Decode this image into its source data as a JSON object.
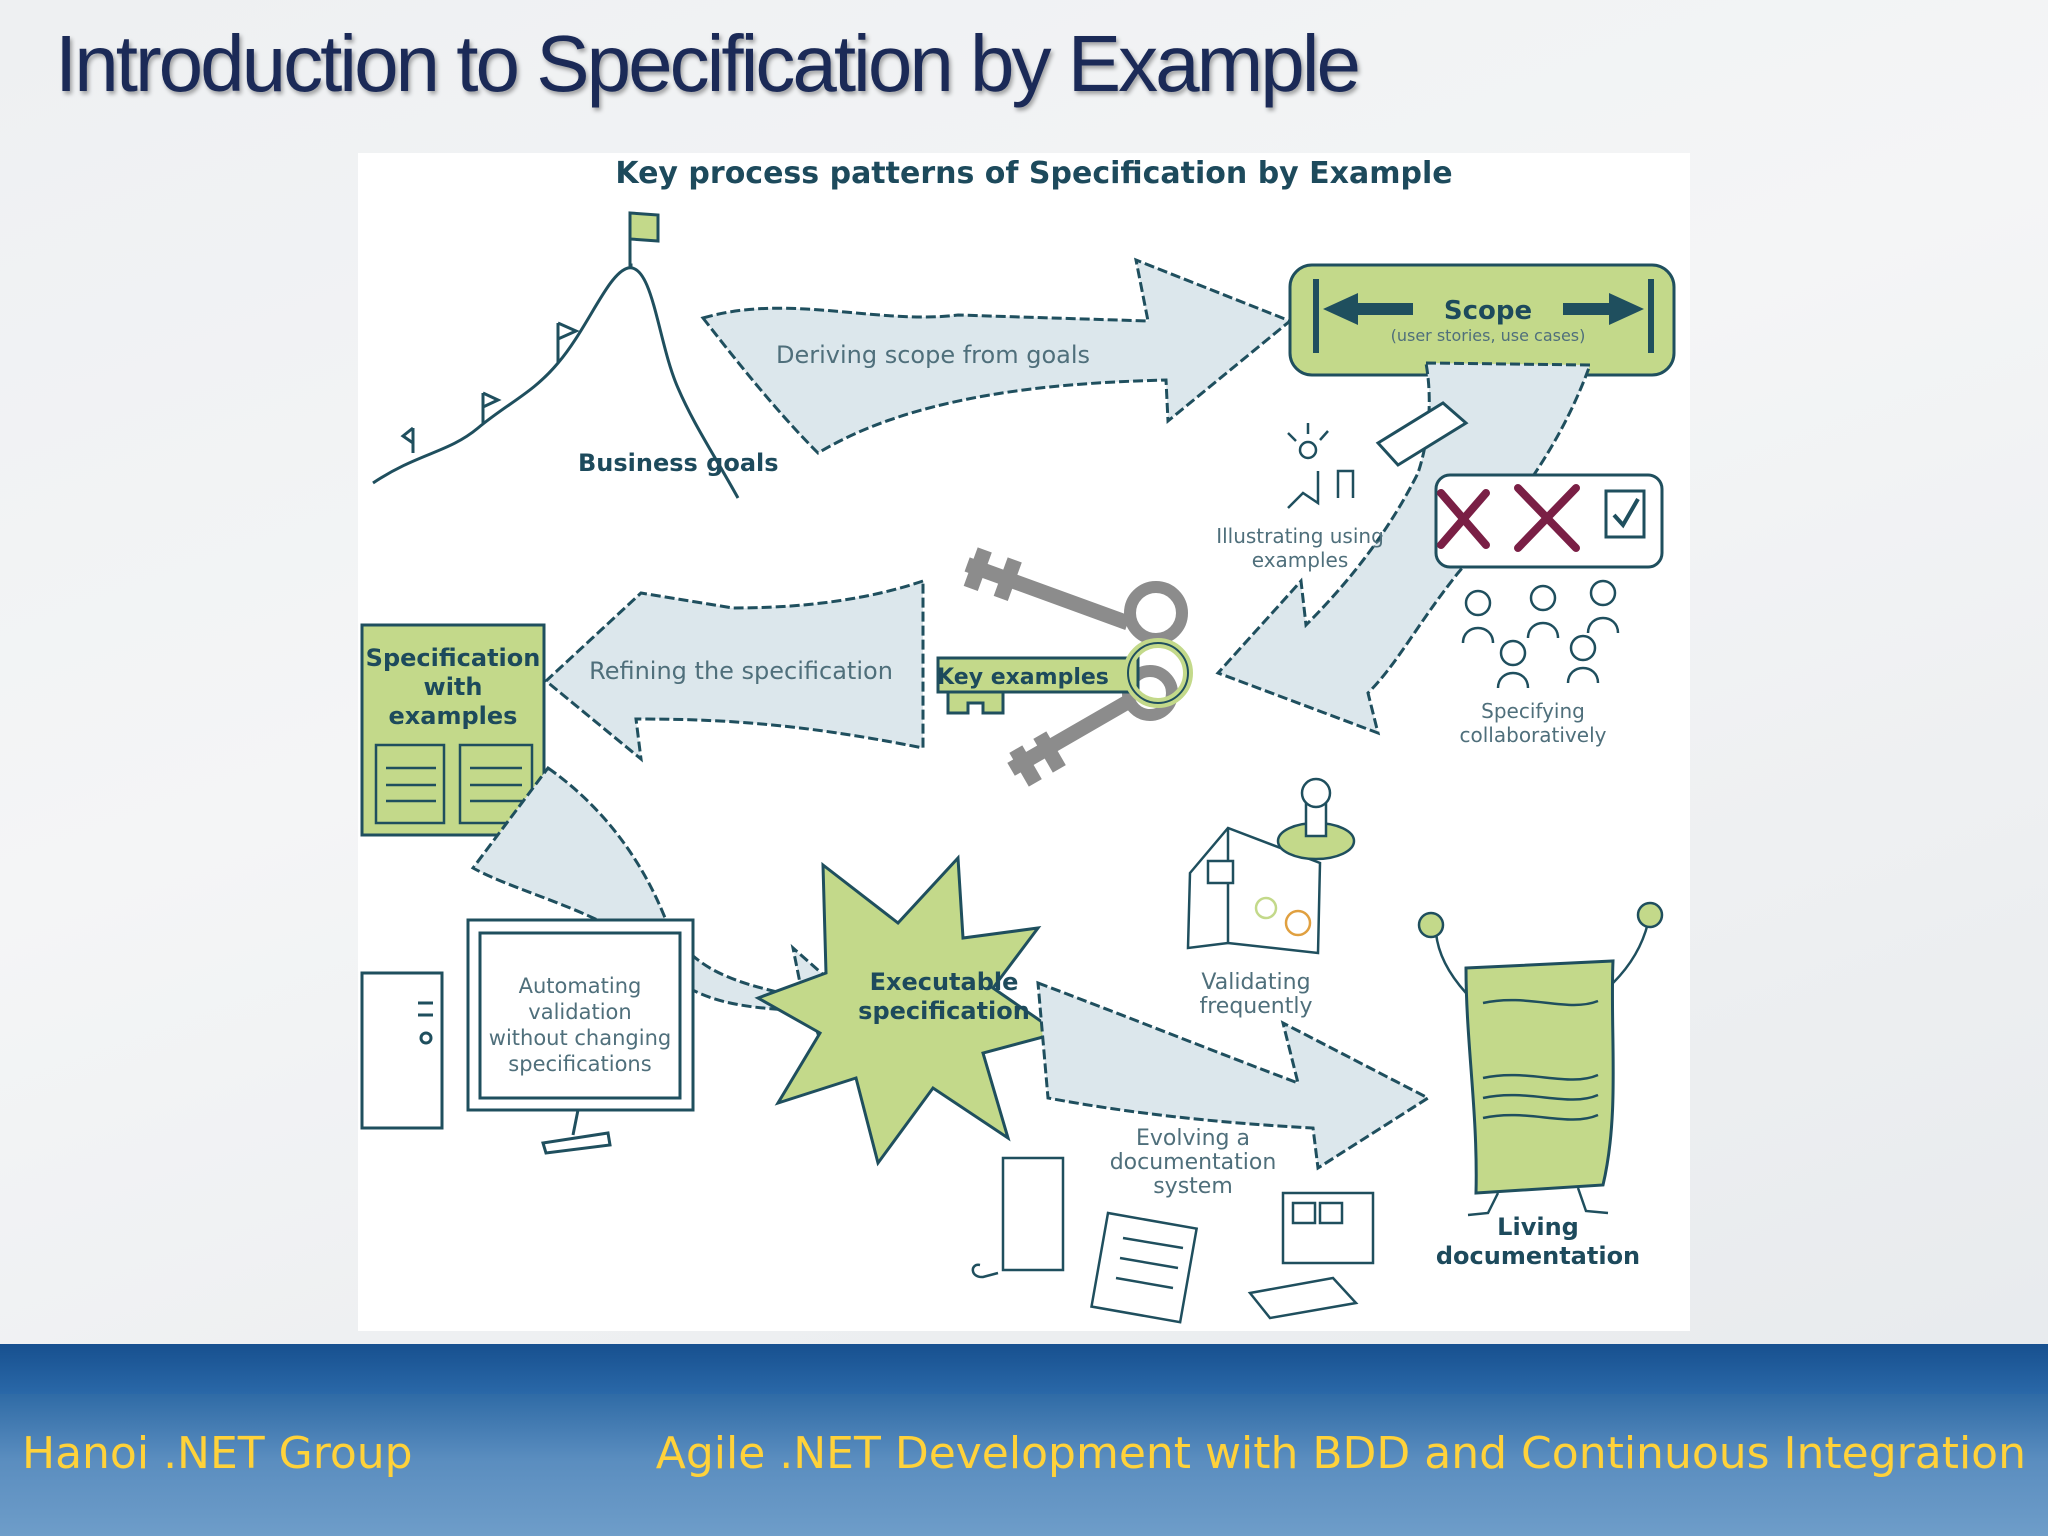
{
  "slide": {
    "title": "Introduction to Specification by Example"
  },
  "diagram": {
    "heading": "Key process patterns of Specification by Example",
    "nodes": {
      "business_goals": "Business goals",
      "scope": "Scope",
      "scope_sub": "(user stories, use cases)",
      "illustrating_1": "Illustrating using",
      "illustrating_2": "examples",
      "specifying_1": "Specifying",
      "specifying_2": "collaboratively",
      "key_examples": "Key examples",
      "spec_examples_1": "Specification",
      "spec_examples_2": "with",
      "spec_examples_3": "examples",
      "automating_1": "Automating",
      "automating_2": "validation",
      "automating_3": "without changing",
      "automating_4": "specifications",
      "executable_1": "Executable",
      "executable_2": "specification",
      "validating_1": "Validating",
      "validating_2": "frequently",
      "evolving_1": "Evolving a",
      "evolving_2": "documentation",
      "evolving_3": "system",
      "living_1": "Living",
      "living_2": "documentation"
    },
    "arrows": {
      "deriving_scope": "Deriving scope from goals",
      "refining_spec": "Refining the specification"
    },
    "colors": {
      "green": "#c3d98a",
      "arrow_fill": "#dce7ec",
      "outline": "#1f4f5e",
      "key_gray": "#8c8c8c",
      "cross": "#7a1f45"
    }
  },
  "footer": {
    "left": "Hanoi .NET Group",
    "right": "Agile .NET Development with BDD and Continuous Integration"
  }
}
